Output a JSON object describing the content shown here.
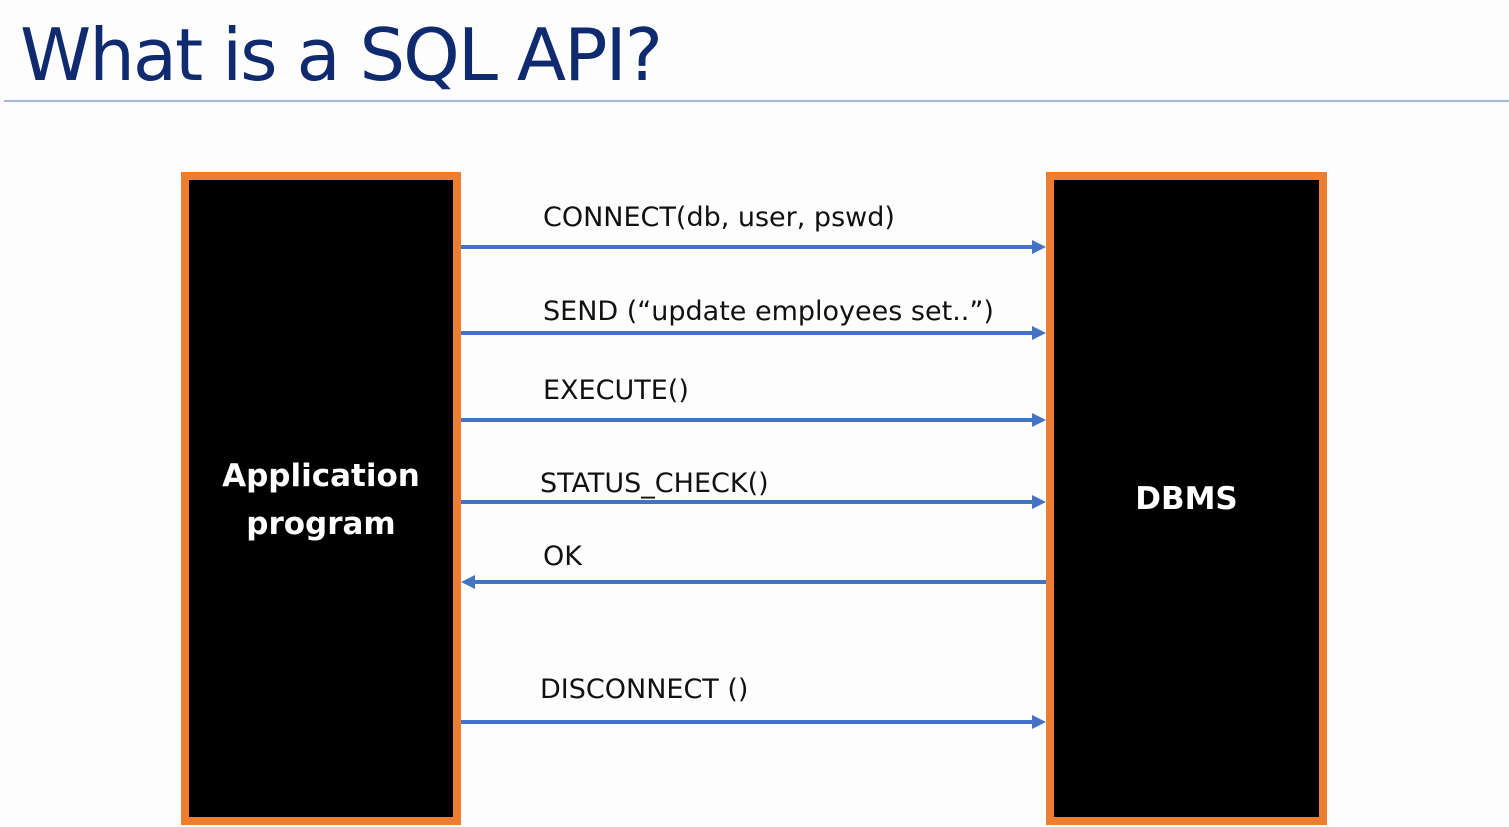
{
  "title": "What is a SQL API?",
  "colors": {
    "title": "#0f2a6e",
    "box_fill": "#000000",
    "box_border": "#ed7d31",
    "arrow": "#4472c4"
  },
  "left_box": {
    "label_line1": "Application",
    "label_line2": "program"
  },
  "right_box": {
    "label": "DBMS"
  },
  "messages": [
    {
      "label": "CONNECT(db, user, pswd)",
      "direction": "to-dbms"
    },
    {
      "label": "SEND (“update employees set..”)",
      "direction": "to-dbms"
    },
    {
      "label": "EXECUTE()",
      "direction": "to-dbms"
    },
    {
      "label": "STATUS_CHECK()",
      "direction": "to-dbms"
    },
    {
      "label": "OK",
      "direction": "to-application"
    },
    {
      "label": "DISCONNECT ()",
      "direction": "to-dbms"
    }
  ]
}
